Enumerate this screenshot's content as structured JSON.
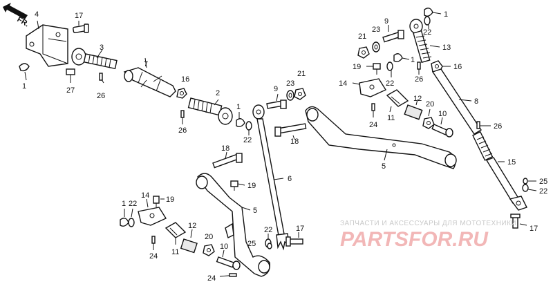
{
  "direction": {
    "label": "FR."
  },
  "callouts": {
    "c1a": "1",
    "c1b": "1",
    "c1c": "1",
    "c1d": "1",
    "c1e": "1",
    "c2": "2",
    "c3": "3",
    "c4": "4",
    "c5a": "5",
    "c5b": "5",
    "c6": "6",
    "c7": "7",
    "c8": "8",
    "c9a": "9",
    "c9b": "9",
    "c10a": "10",
    "c10b": "10",
    "c11a": "11",
    "c11b": "11",
    "c12a": "12",
    "c12b": "12",
    "c13": "13",
    "c14a": "14",
    "c14b": "14",
    "c15": "15",
    "c16a": "16",
    "c16b": "16",
    "c17a": "17",
    "c17b": "17",
    "c17c": "17",
    "c18a": "18",
    "c18b": "18",
    "c19a": "19",
    "c19b": "19",
    "c19c": "19",
    "c20a": "20",
    "c20b": "20",
    "c21a": "21",
    "c21b": "21",
    "c22a": "22",
    "c22b": "22",
    "c22c": "22",
    "c22d": "22",
    "c22e": "22",
    "c22f": "22",
    "c23a": "23",
    "c23b": "23",
    "c24a": "24",
    "c24b": "24",
    "c24c": "24",
    "c25a": "25",
    "c25b": "25",
    "c26a": "26",
    "c26b": "26",
    "c26c": "26",
    "c26d": "26"
  },
  "watermark": {
    "caption": "ЗАПЧАСТИ И АКСЕССУАРЫ ДЛЯ МОТОТЕХНИКИ",
    "logo_text": "PARTSFOR.RU",
    "logo_color": "#f2b7b7"
  }
}
